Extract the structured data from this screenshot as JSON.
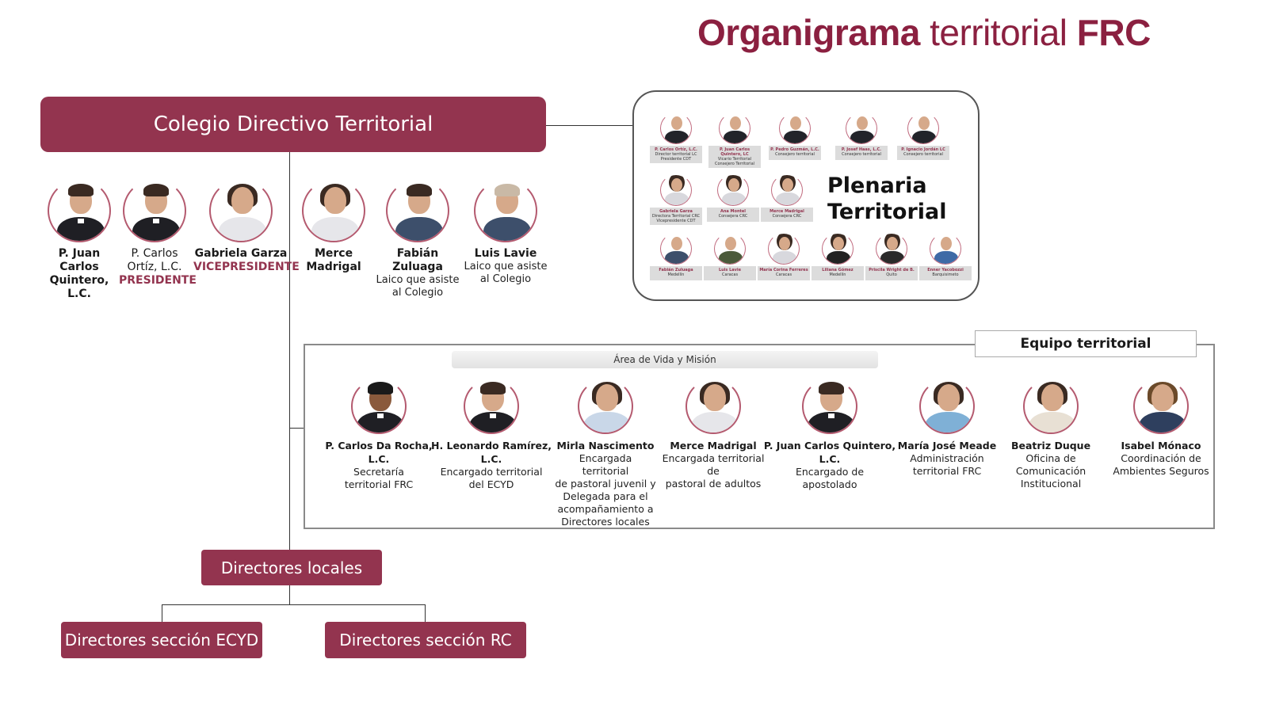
{
  "title": {
    "bold1": "Organigrama",
    "light": " territorial ",
    "bold2": "FRC"
  },
  "colegio": "Colegio Directivo Territorial",
  "colegio_members": [
    {
      "name": "P. Juan Carlos\nQuintero, L.C.",
      "title": ""
    },
    {
      "name": "P. Carlos\nOrtíz, L.C.",
      "title": "PRESIDENTE"
    },
    {
      "name": "Gabriela Garza",
      "title": "VICEPRESIDENTE"
    },
    {
      "name": "Merce\nMadrigal",
      "role": ""
    },
    {
      "name": "Fabián Zuluaga",
      "role": "Laico que asiste\nal Colegio"
    },
    {
      "name": "Luis Lavie",
      "role": "Laico que asiste\nal Colegio"
    }
  ],
  "plenaria": {
    "label": "Plenaria\nTerritorial",
    "members": [
      {
        "name": "P. Carlos Ortíz, L.C.",
        "role": "Director territorial LC Presidente CDT"
      },
      {
        "name": "P. Juan Carlos Quintero, LC",
        "role": "Vicario Territorial Consejero Territorial"
      },
      {
        "name": "P. Pedro Guzmán, L.C.",
        "role": "Consejero territorial"
      },
      {
        "name": "P. Josef Haas, L.C.",
        "role": "Consejero territorial"
      },
      {
        "name": "P. Ignacio Jordán LC",
        "role": "Consejero territorial"
      },
      {
        "name": "Gabriela Garza",
        "role": "Directora Territorial CRC Vicepresidente CDT"
      },
      {
        "name": "Ana Montel",
        "role": "Consejera CRC"
      },
      {
        "name": "Merce Madrigal",
        "role": "Consejera CRC"
      },
      {
        "name": "Fabián Zuluaga",
        "role": "Medellín"
      },
      {
        "name": "Luis Lavie",
        "role": "Caracas"
      },
      {
        "name": "María Corina Ferreres",
        "role": "Caracas"
      },
      {
        "name": "Liliana Gómez",
        "role": "Medellín"
      },
      {
        "name": "Priscila Wright de B.",
        "role": "Quito"
      },
      {
        "name": "Enner Yacobozzi",
        "role": "Barquisimeto"
      }
    ]
  },
  "equipo": {
    "label": "Equipo territorial",
    "area": "Área de Vida y Misión",
    "members": [
      {
        "name": "P. Carlos Da Rocha, L.C.",
        "role": "Secretaría\nterritorial FRC"
      },
      {
        "name": "H. Leonardo Ramírez, L.C.",
        "role": "Encargado territorial\ndel ECYD"
      },
      {
        "name": "Mirla Nascimento",
        "role": "Encargada territorial\nde pastoral juvenil y\nDelegada para el\nacompañamiento a\nDirectores locales"
      },
      {
        "name": "Merce Madrigal",
        "role": "Encargada territorial de\npastoral de adultos"
      },
      {
        "name": "P. Juan Carlos Quintero, L.C.",
        "role": "Encargado de\napostolado"
      },
      {
        "name": "María José Meade",
        "role": "Administración\nterritorial FRC"
      },
      {
        "name": "Beatriz Duque",
        "role": "Oficina de Comunicación\nInstitucional"
      },
      {
        "name": "Isabel Mónaco",
        "role": "Coordinación de\nAmbientes Seguros"
      }
    ]
  },
  "directores_locales": "Directores locales",
  "dir_ecyd": "Directores sección ECYD",
  "dir_rc": "Directores sección RC",
  "colors": {
    "maroon": "#93344f",
    "title": "#8b2040"
  }
}
